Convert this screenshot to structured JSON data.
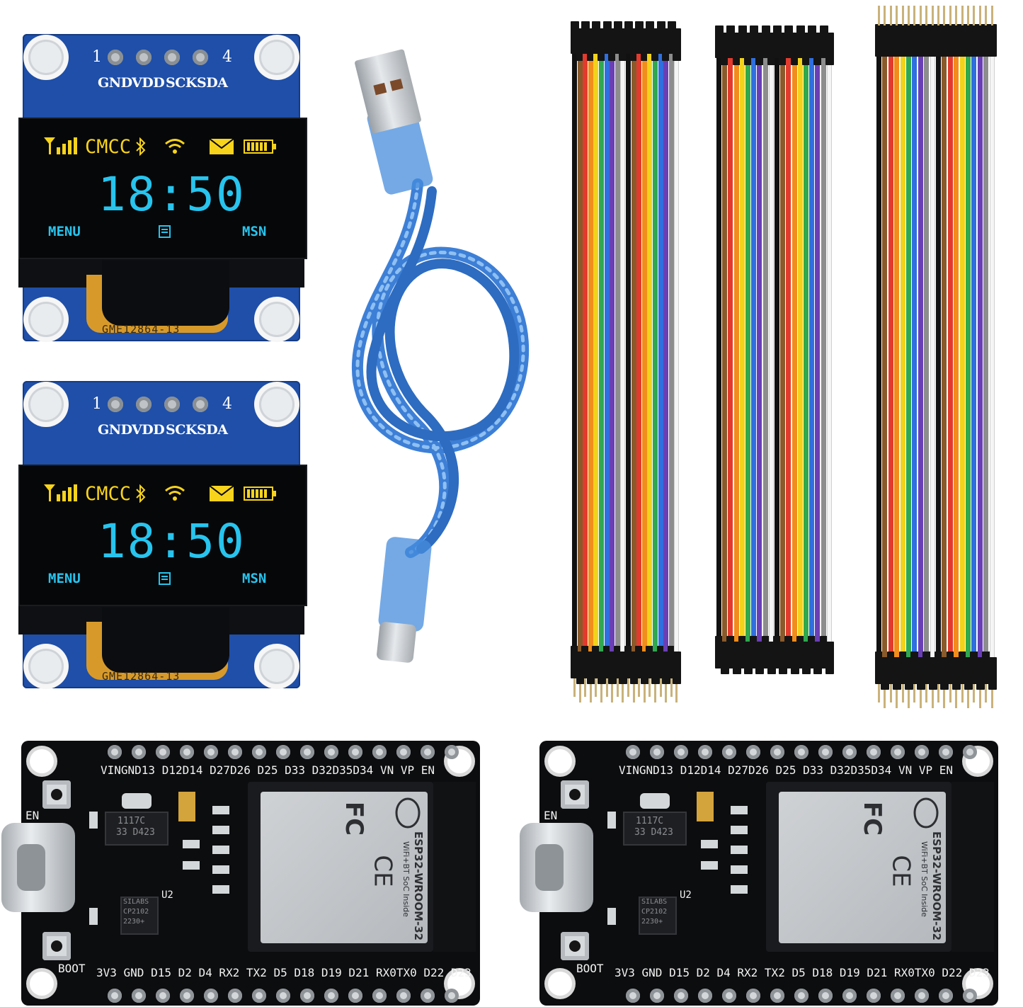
{
  "oled": {
    "pin_num_left": "1",
    "pin_num_right": "4",
    "pins": [
      "GND",
      "VDD",
      "SCK",
      "SDA"
    ],
    "carrier": "CMCC",
    "time": "18:50",
    "left_soft": "MENU",
    "right_soft": "MSN",
    "flex_label": "GME12864-13"
  },
  "esp32": {
    "top_pins": "VINGND13 D12D14 D27D26 D25 D33 D32D35D34 VN VP EN",
    "bottom_pins": "3V3 GND D15 D2 D4 RX2 TX2 D5 D18 D19 D21 RX0TX0 D22 D23",
    "en_label": "EN",
    "boot_label": "BOOT",
    "regulator": [
      "1117C",
      "33 D423"
    ],
    "cp_chip": [
      "SILABS",
      "CP2102",
      "2230+"
    ],
    "u2": "U2",
    "module_name": "ESP32-WROOM-32",
    "module_sub": "WiFi+BT SoC Inside",
    "fcc": "FC",
    "ce": "CE"
  },
  "colors": {
    "oled_pcb": "#1f4fa8",
    "oled_yellow": "#f7d31c",
    "oled_cyan": "#27c4ee",
    "usb_cable": "#3d7fd6",
    "esp_pcb": "#0c0d0f"
  }
}
